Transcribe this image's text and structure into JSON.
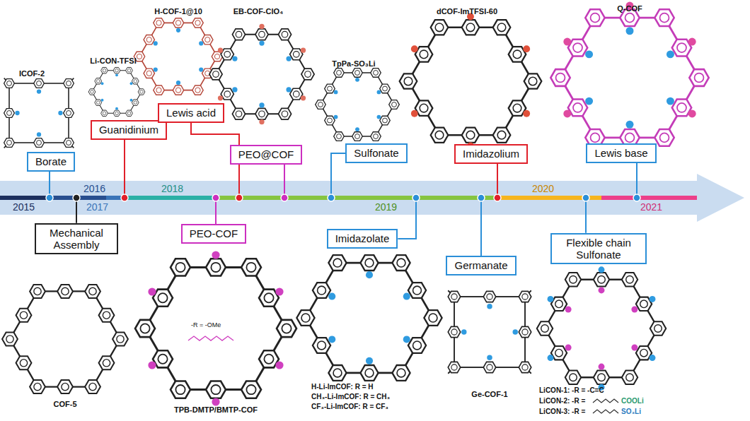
{
  "diagram": {
    "nodes": [
      {
        "text": [
          "Borate"
        ]
      },
      {
        "text": [
          "Guanidinium"
        ]
      },
      {
        "text": [
          "Lewis acid"
        ]
      },
      {
        "text": [
          "PEO@COF"
        ]
      },
      {
        "text": [
          "Sulfonate"
        ]
      },
      {
        "text": [
          "Imidazolium"
        ]
      },
      {
        "text": [
          "Lewis base"
        ]
      },
      {
        "text": [
          "Mechanical Assembly"
        ]
      },
      {
        "text": [
          "PEO-COF"
        ]
      },
      {
        "text": [
          "Imidazolate"
        ]
      },
      {
        "text": [
          "Germanate"
        ]
      },
      {
        "text": [
          "Flexible chain Sulfonate"
        ]
      }
    ],
    "labels": [
      "2015",
      "2016",
      "2017",
      "2018",
      "2019",
      "2020",
      "2021",
      "ICOF-2",
      "Li-CON-TFSI",
      "H-COF-1@10",
      "EB-COF-ClO₄",
      "TpPa-SO₃Li",
      "dCOF-ImTFSI-60",
      "Q-COF",
      "COF-5",
      "TPB-DMTP/BMTP-COF",
      "-R = -OMe",
      "H-Li-ImCOF: R = H",
      "CH₃-Li-ImCOF: R = CH₃",
      "CF₃-Li-ImCOF: R = CF₃",
      "Ge-COF-1",
      "LiCON-1: -R = -C=C",
      "LiCON-2: -R =",
      "COOLi",
      "LiCON-3: -R =",
      "SO₃Li"
    ]
  }
}
